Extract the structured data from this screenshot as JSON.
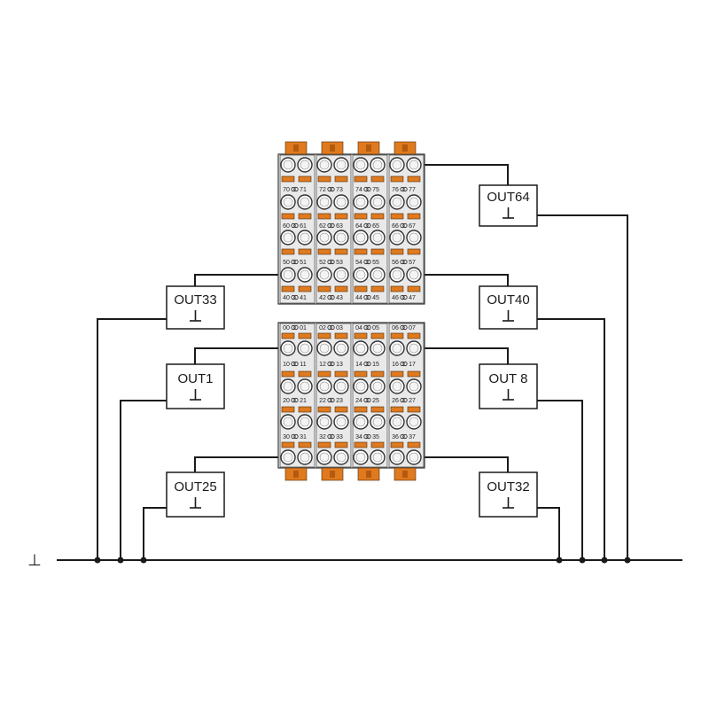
{
  "colors": {
    "wire": "#1a1a1a",
    "orange": "#e07a1f",
    "orange_dark": "#b35a10",
    "body_gray": "#e9e9e9"
  },
  "ground": {
    "icon": "ground-symbol-icon",
    "symbol": "⊥"
  },
  "upper_module": {
    "rows": [
      [
        "70",
        "71",
        "72",
        "73",
        "74",
        "75",
        "76",
        "77"
      ],
      [
        "60",
        "61",
        "62",
        "63",
        "64",
        "65",
        "66",
        "67"
      ],
      [
        "50",
        "51",
        "52",
        "53",
        "54",
        "55",
        "56",
        "57"
      ],
      [
        "40",
        "41",
        "42",
        "43",
        "44",
        "45",
        "46",
        "47"
      ]
    ]
  },
  "lower_module": {
    "rows": [
      [
        "00",
        "01",
        "02",
        "03",
        "04",
        "05",
        "06",
        "07"
      ],
      [
        "10",
        "11",
        "12",
        "13",
        "14",
        "15",
        "16",
        "17"
      ],
      [
        "20",
        "21",
        "22",
        "23",
        "24",
        "25",
        "26",
        "27"
      ],
      [
        "30",
        "31",
        "32",
        "33",
        "34",
        "35",
        "36",
        "37"
      ]
    ]
  },
  "outputs": [
    {
      "id": "out64",
      "label": "OUT64",
      "ground": "⊥"
    },
    {
      "id": "out33",
      "label": "OUT33",
      "ground": "⊥"
    },
    {
      "id": "out40",
      "label": "OUT40",
      "ground": "⊥"
    },
    {
      "id": "out1",
      "label": "OUT1",
      "ground": "⊥"
    },
    {
      "id": "out8",
      "label": "OUT 8",
      "ground": "⊥"
    },
    {
      "id": "out25",
      "label": "OUT25",
      "ground": "⊥"
    },
    {
      "id": "out32",
      "label": "OUT32",
      "ground": "⊥"
    }
  ]
}
